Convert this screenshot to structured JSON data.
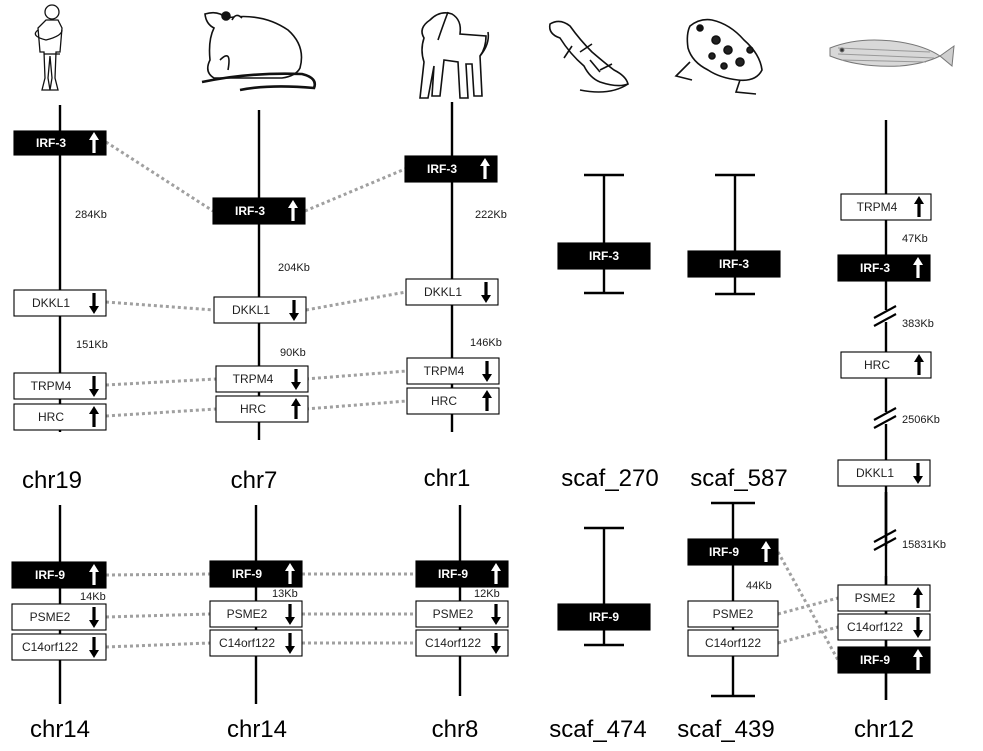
{
  "colors": {
    "filled_gene": "#000000",
    "open_gene": "#ffffff",
    "filled_text": "#ffffff",
    "open_text": "#1f1f1f",
    "connector": "#a0a0a0"
  },
  "species_icons": [
    "human-icon",
    "rat-icon",
    "dog-icon",
    "lizard-icon",
    "frog-icon",
    "zebrafish-icon"
  ],
  "panels": {
    "top": {
      "chromosomes": [
        {
          "label": "chr19",
          "genes": [
            {
              "name": "IRF-3",
              "filled": true,
              "strand": "up"
            },
            {
              "name": "DKKL1",
              "filled": false,
              "strand": "down"
            },
            {
              "name": "TRPM4",
              "filled": false,
              "strand": "down"
            },
            {
              "name": "HRC",
              "filled": false,
              "strand": "up"
            }
          ],
          "distances": [
            "284Kb",
            "151Kb"
          ]
        },
        {
          "label": "chr7",
          "genes": [
            {
              "name": "IRF-3",
              "filled": true,
              "strand": "up"
            },
            {
              "name": "DKKL1",
              "filled": false,
              "strand": "down"
            },
            {
              "name": "TRPM4",
              "filled": false,
              "strand": "down"
            },
            {
              "name": "HRC",
              "filled": false,
              "strand": "up"
            }
          ],
          "distances": [
            "204Kb",
            "90Kb"
          ]
        },
        {
          "label": "chr1",
          "genes": [
            {
              "name": "IRF-3",
              "filled": true,
              "strand": "up"
            },
            {
              "name": "DKKL1",
              "filled": false,
              "strand": "down"
            },
            {
              "name": "TRPM4",
              "filled": false,
              "strand": "down"
            },
            {
              "name": "HRC",
              "filled": false,
              "strand": "up"
            }
          ],
          "distances": [
            "222Kb",
            "146Kb"
          ]
        },
        {
          "label": "scaf_270",
          "genes": [
            {
              "name": "IRF-3",
              "filled": true,
              "strand": "none"
            }
          ],
          "distances": []
        },
        {
          "label": "scaf_587",
          "genes": [
            {
              "name": "IRF-3",
              "filled": true,
              "strand": "none"
            }
          ],
          "distances": []
        },
        {
          "label": "chr12",
          "genes": [
            {
              "name": "TRPM4",
              "filled": false,
              "strand": "up"
            },
            {
              "name": "IRF-3",
              "filled": true,
              "strand": "up"
            },
            {
              "name": "HRC",
              "filled": false,
              "strand": "up"
            },
            {
              "name": "DKKL1",
              "filled": false,
              "strand": "down"
            }
          ],
          "distances": [
            "47Kb",
            "383Kb",
            "2506Kb",
            "15831Kb"
          ]
        }
      ]
    },
    "bottom": {
      "chromosomes": [
        {
          "label": "chr14",
          "genes": [
            {
              "name": "IRF-9",
              "filled": true,
              "strand": "up"
            },
            {
              "name": "PSME2",
              "filled": false,
              "strand": "down"
            },
            {
              "name": "C14orf122",
              "filled": false,
              "strand": "down"
            }
          ],
          "distances": [
            "14Kb"
          ]
        },
        {
          "label": "chr14",
          "genes": [
            {
              "name": "IRF-9",
              "filled": true,
              "strand": "up"
            },
            {
              "name": "PSME2",
              "filled": false,
              "strand": "down"
            },
            {
              "name": "C14orf122",
              "filled": false,
              "strand": "down"
            }
          ],
          "distances": [
            "13Kb"
          ]
        },
        {
          "label": "chr8",
          "genes": [
            {
              "name": "IRF-9",
              "filled": true,
              "strand": "up"
            },
            {
              "name": "PSME2",
              "filled": false,
              "strand": "down"
            },
            {
              "name": "C14orf122",
              "filled": false,
              "strand": "down"
            }
          ],
          "distances": [
            "12Kb"
          ]
        },
        {
          "label": "scaf_474",
          "genes": [
            {
              "name": "IRF-9",
              "filled": true,
              "strand": "none"
            }
          ],
          "distances": []
        },
        {
          "label": "scaf_439",
          "genes": [
            {
              "name": "IRF-9",
              "filled": true,
              "strand": "up"
            },
            {
              "name": "PSME2",
              "filled": false,
              "strand": "none"
            },
            {
              "name": "C14orf122",
              "filled": false,
              "strand": "none"
            }
          ],
          "distances": [
            "44Kb"
          ]
        },
        {
          "label": "chr12",
          "genes": [
            {
              "name": "PSME2",
              "filled": false,
              "strand": "up"
            },
            {
              "name": "C14orf122",
              "filled": false,
              "strand": "down"
            },
            {
              "name": "IRF-9",
              "filled": true,
              "strand": "up"
            }
          ],
          "distances": []
        }
      ]
    }
  }
}
